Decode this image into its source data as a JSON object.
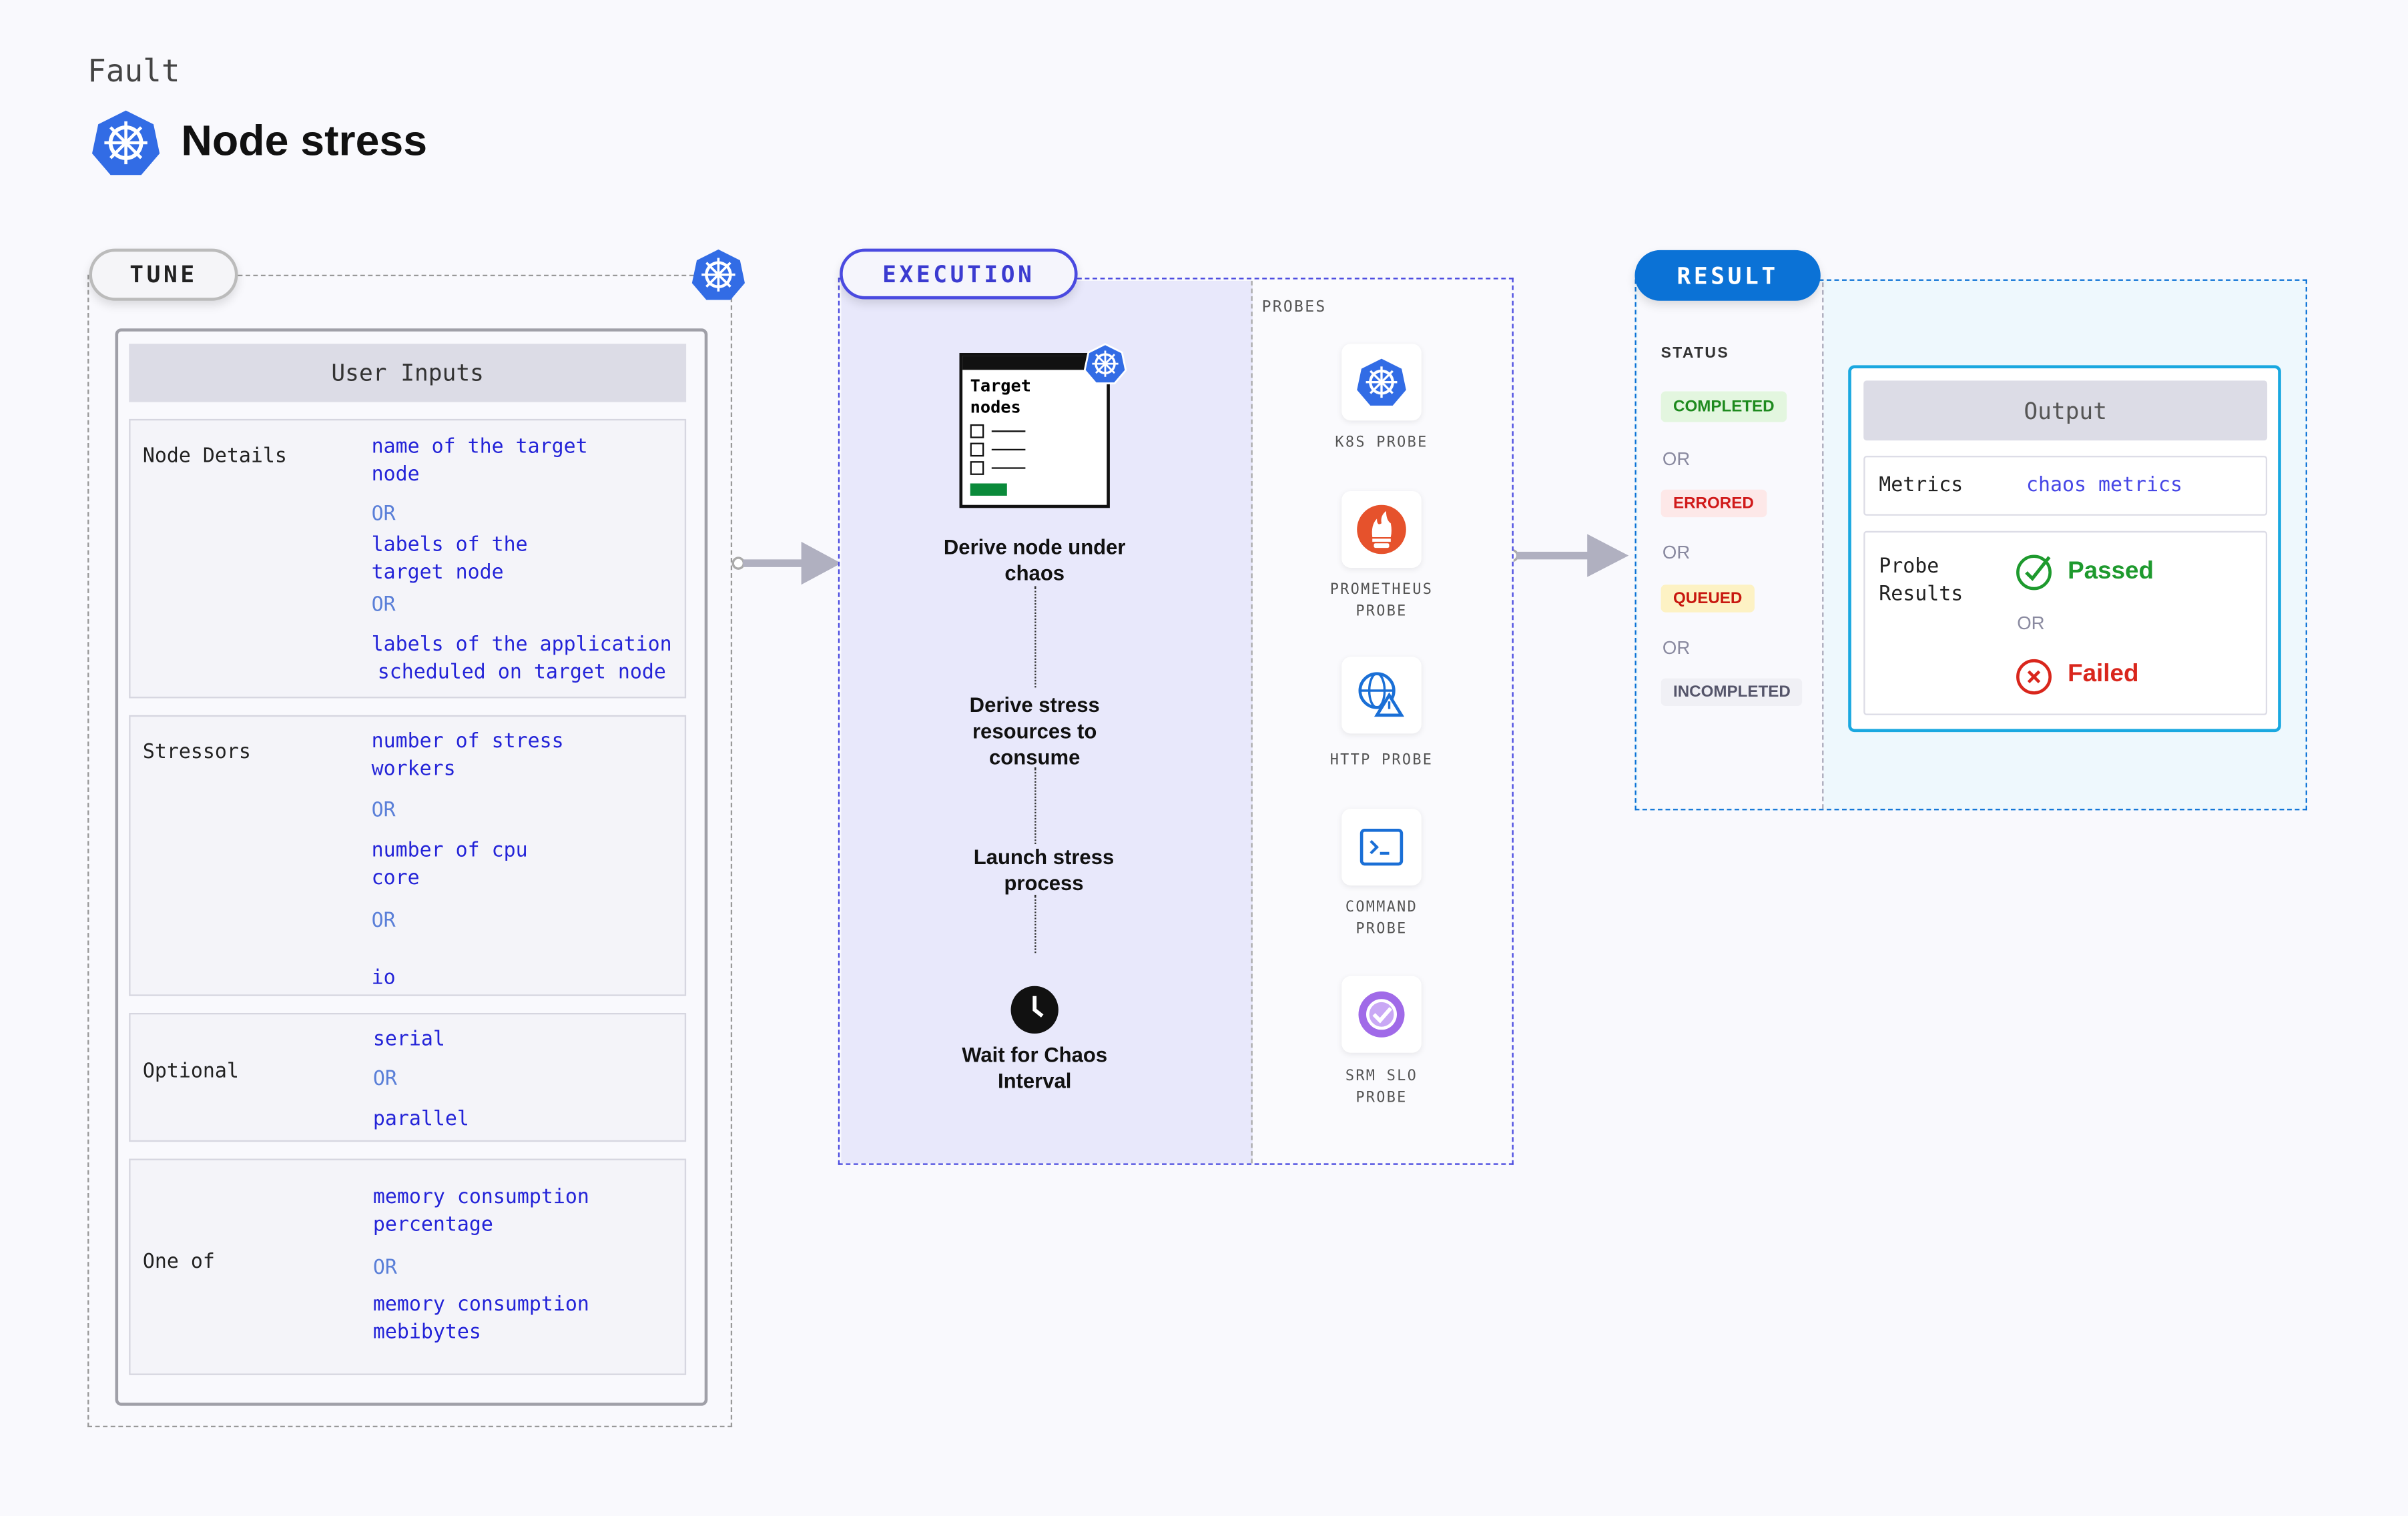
{
  "header": {
    "category": "Fault",
    "title": "Node stress"
  },
  "tune": {
    "label": "TUNE",
    "inputs_title": "User Inputs",
    "rows": [
      {
        "label": "Node Details",
        "values": [
          "name of the target",
          "node",
          "OR",
          "labels of the",
          "target node",
          "OR",
          "labels of the application",
          "scheduled on target node"
        ]
      },
      {
        "label": "Stressors",
        "values": [
          "number of stress",
          "workers",
          "OR",
          "number of cpu",
          "core",
          "OR",
          "io"
        ]
      },
      {
        "label": "Optional",
        "values": [
          "serial",
          "OR",
          "parallel"
        ]
      },
      {
        "label": "One of",
        "values": [
          "memory consumption",
          "percentage",
          "OR",
          "memory consumption",
          "mebibytes"
        ]
      }
    ]
  },
  "execution": {
    "label": "EXECUTION",
    "doc_title": [
      "Target",
      "nodes"
    ],
    "steps": [
      "Derive node under chaos",
      "Derive stress resources to consume",
      "Launch stress process",
      "Wait for Chaos Interval"
    ],
    "probes_label": "PROBES",
    "probes": [
      {
        "name": "K8S PROBE",
        "icon": "kubernetes-icon"
      },
      {
        "name": "PROMETHEUS PROBE",
        "icon": "prometheus-icon"
      },
      {
        "name": "HTTP PROBE",
        "icon": "globe-warning-icon"
      },
      {
        "name": "COMMAND PROBE",
        "icon": "terminal-icon"
      },
      {
        "name": "SRM SLO PROBE",
        "icon": "slo-icon"
      }
    ]
  },
  "result": {
    "label": "RESULT",
    "status_label": "STATUS",
    "or": "OR",
    "statuses": [
      {
        "text": "COMPLETED",
        "color": "#1e8a1e",
        "bg": "#e3f6df"
      },
      {
        "text": "ERRORED",
        "color": "#d01a1a",
        "bg": "#fde8e8"
      },
      {
        "text": "QUEUED",
        "color": "#c8180f",
        "bg": "#fdf2c4"
      },
      {
        "text": "INCOMPLETED",
        "color": "#55556a",
        "bg": "#f0f0f5"
      }
    ],
    "output": {
      "title": "Output",
      "metrics_label": "Metrics",
      "metrics_value": "chaos metrics",
      "probe_label_1": "Probe",
      "probe_label_2": "Results",
      "passed": "Passed",
      "failed": "Failed",
      "or": "OR"
    }
  },
  "colors": {
    "execution": "#4a4ae0",
    "result": "#0b72d6",
    "k8s": "#326ce5",
    "value_text": "#2424d8"
  }
}
